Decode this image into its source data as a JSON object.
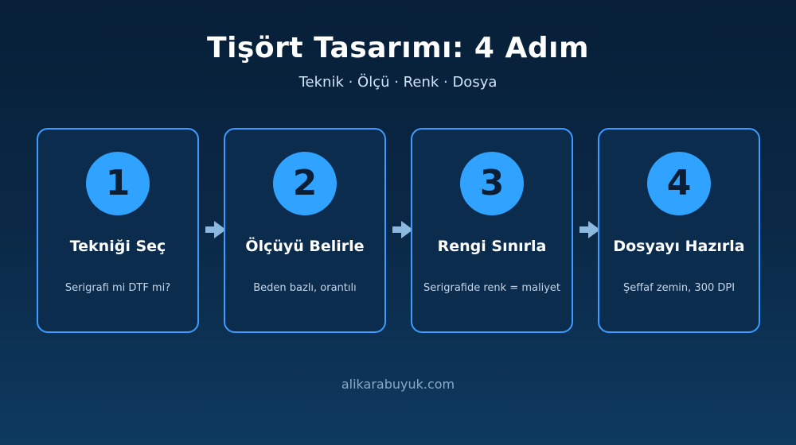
{
  "header": {
    "title": "Tişört Tasarımı: 4 Adım",
    "subtitle": "Teknik · Ölçü · Renk · Dosya"
  },
  "steps": [
    {
      "number": "1",
      "title": "Tekniği Seç",
      "description": "Serigrafi mi DTF mi?"
    },
    {
      "number": "2",
      "title": "Ölçüyü Belirle",
      "description": "Beden bazlı, orantılı"
    },
    {
      "number": "3",
      "title": "Rengi Sınırla",
      "description": "Serigrafide renk = maliyet"
    },
    {
      "number": "4",
      "title": "Dosyayı Hazırla",
      "description": "Şeffaf zemin, 300 DPI"
    }
  ],
  "footer": {
    "website": "alikarabuyuk.com"
  },
  "colors": {
    "accent": "#2fa3ff",
    "card_border": "#3c9cff",
    "card_background": "#0c2c4d",
    "arrow": "#8cb8e0"
  }
}
